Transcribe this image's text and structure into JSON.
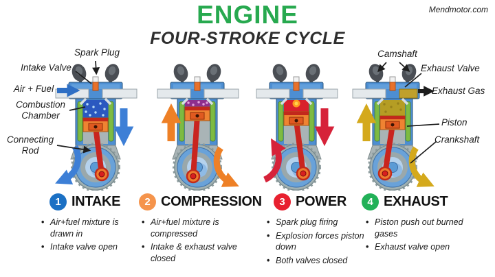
{
  "header": {
    "title": "ENGINE",
    "subtitle": "FOUR-STROKE CYCLE",
    "watermark": "Mendmotor.com",
    "title_color": "#27a94f"
  },
  "part_labels": {
    "left": [
      {
        "id": "spark-plug",
        "text": "Spark Plug"
      },
      {
        "id": "intake-valve",
        "text": "Intake Valve"
      },
      {
        "id": "air-fuel",
        "text": "Air + Fuel"
      },
      {
        "id": "combustion-chamber",
        "text": "Combustion Chamber"
      },
      {
        "id": "connecting-rod",
        "text": "Connecting Rod"
      }
    ],
    "right": [
      {
        "id": "camshaft",
        "text": "Camshaft"
      },
      {
        "id": "exhaust-valve",
        "text": "Exhaust Valve"
      },
      {
        "id": "exhaust-gas",
        "text": "Exhaust Gas"
      },
      {
        "id": "piston",
        "text": "Piston"
      },
      {
        "id": "crankshaft",
        "text": "Crankshaft"
      }
    ]
  },
  "strokes": [
    {
      "num": "1",
      "name": "INTAKE",
      "badge_color": "#1b70c4",
      "arrow_color": "#3d7fd6",
      "chamber_color": "#2b58c0",
      "bullets": [
        "Air+fuel mixture is drawn in",
        "Intake valve open"
      ]
    },
    {
      "num": "2",
      "name": "COMPRESSION",
      "badge_color": "#f5944c",
      "arrow_color": "#ee8026",
      "chamber_color": "#8e2f8e",
      "bullets": [
        "Air+fuel mixture is compressed",
        "Intake & exhaust valve closed"
      ]
    },
    {
      "num": "3",
      "name": "POWER",
      "badge_color": "#e8202f",
      "arrow_color": "#d62239",
      "chamber_color": "#d8202c",
      "bullets": [
        "Spark plug firing",
        "Explosion forces piston down",
        "Both valves closed"
      ]
    },
    {
      "num": "4",
      "name": "EXHAUST",
      "badge_color": "#22b158",
      "arrow_color": "#d4a91c",
      "chamber_color": "#b59d24",
      "bullets": [
        "Piston push out burned gases",
        "Exhaust valve open"
      ]
    }
  ]
}
